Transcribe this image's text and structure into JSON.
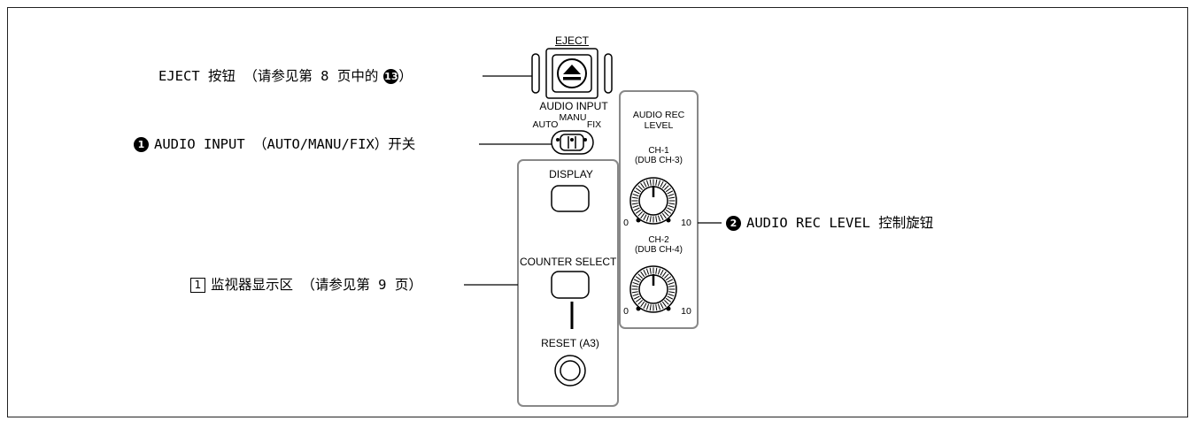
{
  "callouts": {
    "eject": {
      "text": "EJECT 按钮 （请参见第 8 页中的",
      "ref": "13",
      "close": "）"
    },
    "audio_input": {
      "badge": "1",
      "text": "AUDIO INPUT （AUTO/MANU/FIX）开关"
    },
    "monitor": {
      "box": "1",
      "text": "监视器显示区 （请参见第 9 页）"
    },
    "audio_rec": {
      "badge": "2",
      "text": "AUDIO REC LEVEL 控制旋钮"
    }
  },
  "panel": {
    "eject_label": "EJECT",
    "audio_input_label": "AUDIO INPUT",
    "switch_positions": {
      "auto": "AUTO",
      "manu": "MANU",
      "fix": "FIX"
    },
    "display_label": "DISPLAY",
    "counter_select_label": "COUNTER SELECT",
    "reset_label": "RESET (A3)",
    "audio_rec_level_line1": "AUDIO REC",
    "audio_rec_level_line2": "LEVEL",
    "ch1_line1": "CH-1",
    "ch1_line2": "(DUB CH-3)",
    "ch2_line1": "CH-2",
    "ch2_line2": "(DUB CH-4)",
    "knob_min": "0",
    "knob_max": "10"
  }
}
